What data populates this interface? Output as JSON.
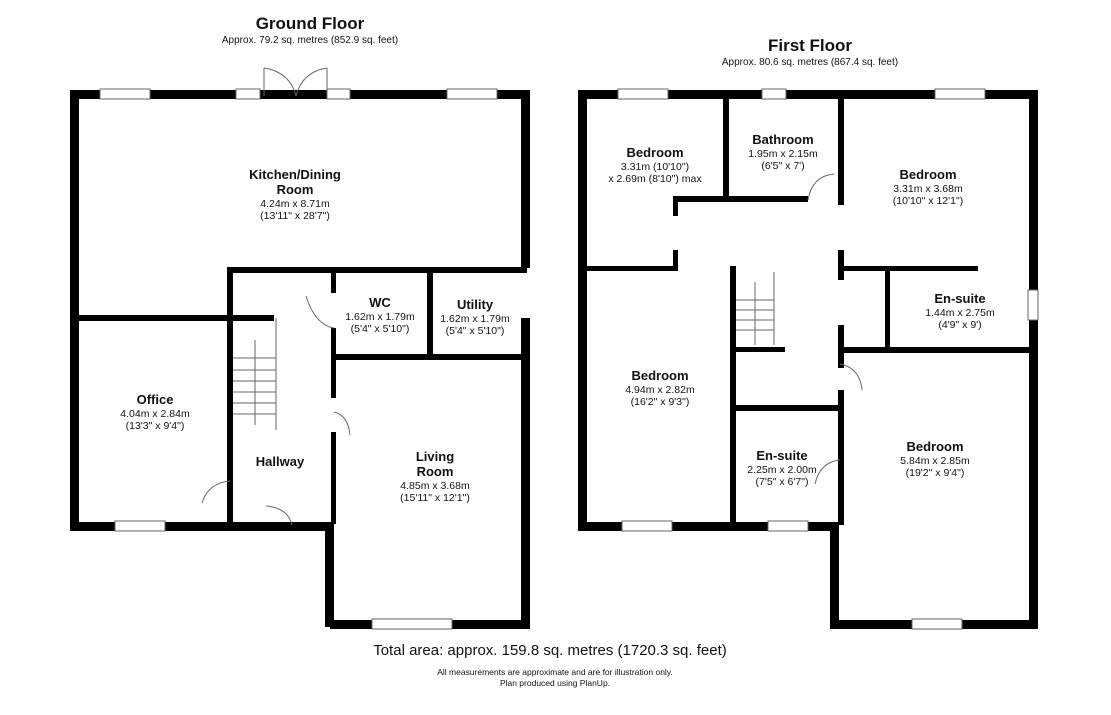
{
  "ground_floor": {
    "title": "Ground Floor",
    "area": "Approx. 79.2 sq. metres (852.9 sq. feet)",
    "rooms": [
      {
        "name_lines": [
          "Kitchen/Dining",
          "Room"
        ],
        "dim_m": "4.24m x 8.71m",
        "dim_ft": "(13'11\" x 28'7\")"
      },
      {
        "name_lines": [
          "WC"
        ],
        "dim_m": "1.62m x 1.79m",
        "dim_ft": "(5'4\" x 5'10\")"
      },
      {
        "name_lines": [
          "Utility"
        ],
        "dim_m": "1.62m x 1.79m",
        "dim_ft": "(5'4\" x 5'10\")"
      },
      {
        "name_lines": [
          "Office"
        ],
        "dim_m": "4.04m x 2.84m",
        "dim_ft": "(13'3\" x 9'4\")"
      },
      {
        "name_lines": [
          "Hallway"
        ]
      },
      {
        "name_lines": [
          "Living",
          "Room"
        ],
        "dim_m": "4.85m x 3.68m",
        "dim_ft": "(15'11\" x 12'1\")"
      }
    ]
  },
  "first_floor": {
    "title": "First Floor",
    "area": "Approx. 80.6 sq. metres (867.4 sq. feet)",
    "rooms": [
      {
        "name_lines": [
          "Bedroom"
        ],
        "dim_m": "3.31m (10'10\")",
        "dim_ft": "x 2.69m (8'10\") max"
      },
      {
        "name_lines": [
          "Bathroom"
        ],
        "dim_m": "1.95m x 2.15m",
        "dim_ft": "(6'5\" x 7')"
      },
      {
        "name_lines": [
          "Bedroom"
        ],
        "dim_m": "3.31m x 3.68m",
        "dim_ft": "(10'10\" x 12'1\")"
      },
      {
        "name_lines": [
          "En-suite"
        ],
        "dim_m": "1.44m x 2.75m",
        "dim_ft": "(4'9\" x 9')"
      },
      {
        "name_lines": [
          "Bedroom"
        ],
        "dim_m": "4.94m x 2.82m",
        "dim_ft": "(16'2\" x 9'3\")"
      },
      {
        "name_lines": [
          "En-suite"
        ],
        "dim_m": "2.25m x 2.00m",
        "dim_ft": "(7'5\" x 6'7\")"
      },
      {
        "name_lines": [
          "Bedroom"
        ],
        "dim_m": "5.84m x 2.85m",
        "dim_ft": "(19'2\" x 9'4\")"
      }
    ]
  },
  "footer": {
    "total": "Total area: approx. 159.8 sq. metres (1720.3 sq. feet)",
    "note_1": "All measurements are approximate and are for illustration only.",
    "note_2": "Plan produced using PlanUp."
  },
  "colors": {
    "wall": "#000000",
    "background": "#ffffff",
    "window_fill": "#ffffff"
  }
}
